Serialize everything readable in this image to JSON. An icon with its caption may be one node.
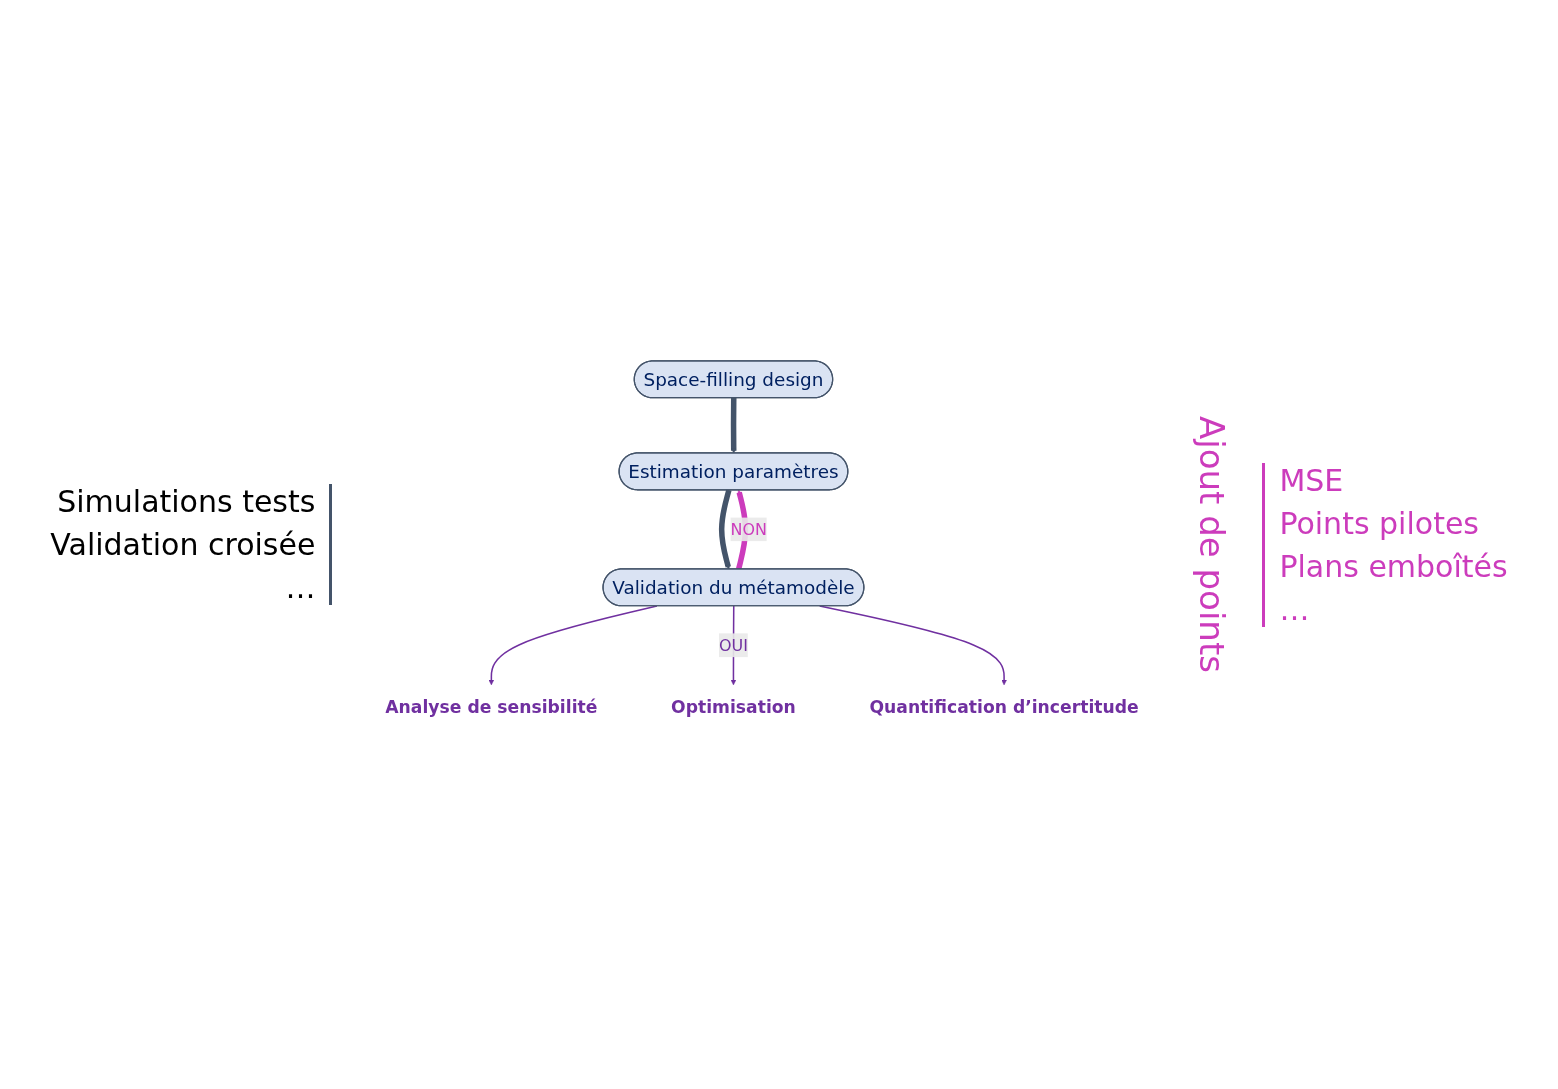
{
  "diagram": {
    "nodes": [
      {
        "text": [
          "Space-filling design"
        ]
      },
      {
        "text": [
          "Estimation paramètres"
        ]
      },
      {
        "text": [
          "Validation du métamodèle"
        ]
      },
      {
        "text": [
          "Analyse de sensibilité"
        ]
      },
      {
        "text": [
          "Optimisation"
        ]
      },
      {
        "text": [
          "Quantification d’incertitude"
        ]
      }
    ],
    "edges": [
      {
        "from": 0,
        "to": 1,
        "arrow": "to",
        "style": "thick",
        "color": "#44546a"
      },
      {
        "from": 1,
        "to": 2,
        "arrow": "to",
        "style": "thick",
        "color": "#44546a"
      },
      {
        "from": 2,
        "to": 1,
        "arrow": "to",
        "label": "NON",
        "style": "thick",
        "color": "#cc3cbc"
      },
      {
        "from": 2,
        "to": 3,
        "arrow": "to"
      },
      {
        "from": 2,
        "to": 4,
        "arrow": "to",
        "label": "OUI"
      },
      {
        "from": 2,
        "to": 5,
        "arrow": "to"
      }
    ],
    "labels": [
      "Ajout de points",
      "MSE",
      "Points pilotes",
      "Plans emboîtés",
      "…",
      "Simulations tests",
      "Validation croisée",
      "…"
    ]
  }
}
